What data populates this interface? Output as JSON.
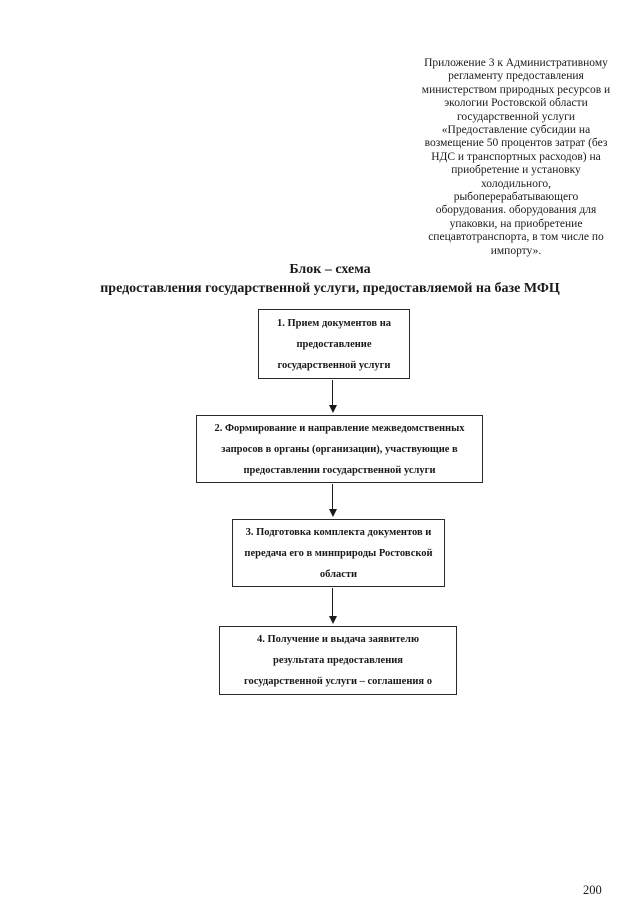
{
  "annotation": {
    "lines": [
      "Приложение 3 к Административному",
      "регламенту предоставления",
      "министерством природных ресурсов и",
      "экологии Ростовской области",
      "государственной услуги",
      "«Предоставление субсидии на",
      "возмещение 50 процентов затрат (без",
      "НДС и транспортных расходов) на",
      "приобретение и установку",
      "холодильного,",
      "рыбоперерабатывающего",
      "оборудования. оборудования для",
      "упаковки, на приобретение",
      "спецавтотранспорта, в том числе по",
      "импорту»."
    ]
  },
  "title": {
    "lines": [
      "Блок – схема",
      "предоставления государственной услуги, предоставляемой на базе МФЦ"
    ]
  },
  "flowchart": {
    "boxes": [
      {
        "lines": [
          "1. Прием документов на",
          "предоставление",
          "государственной услуги"
        ]
      },
      {
        "lines": [
          "2. Формирование и направление межведомственных",
          "запросов в органы (организации), участвующие в",
          "предоставлении государственной услуги"
        ]
      },
      {
        "lines": [
          "3. Подготовка комплекта документов и",
          "передача его в минприроды Ростовской",
          "области"
        ]
      },
      {
        "lines": [
          "4. Получение и выдача заявителю",
          "результата предоставления",
          "государственной услуги – соглашения о"
        ]
      }
    ]
  },
  "page": {
    "number": "200"
  },
  "colors": {
    "background": "#ffffff",
    "text": "#1a1a1a",
    "box_border": "#2b2b2b"
  }
}
